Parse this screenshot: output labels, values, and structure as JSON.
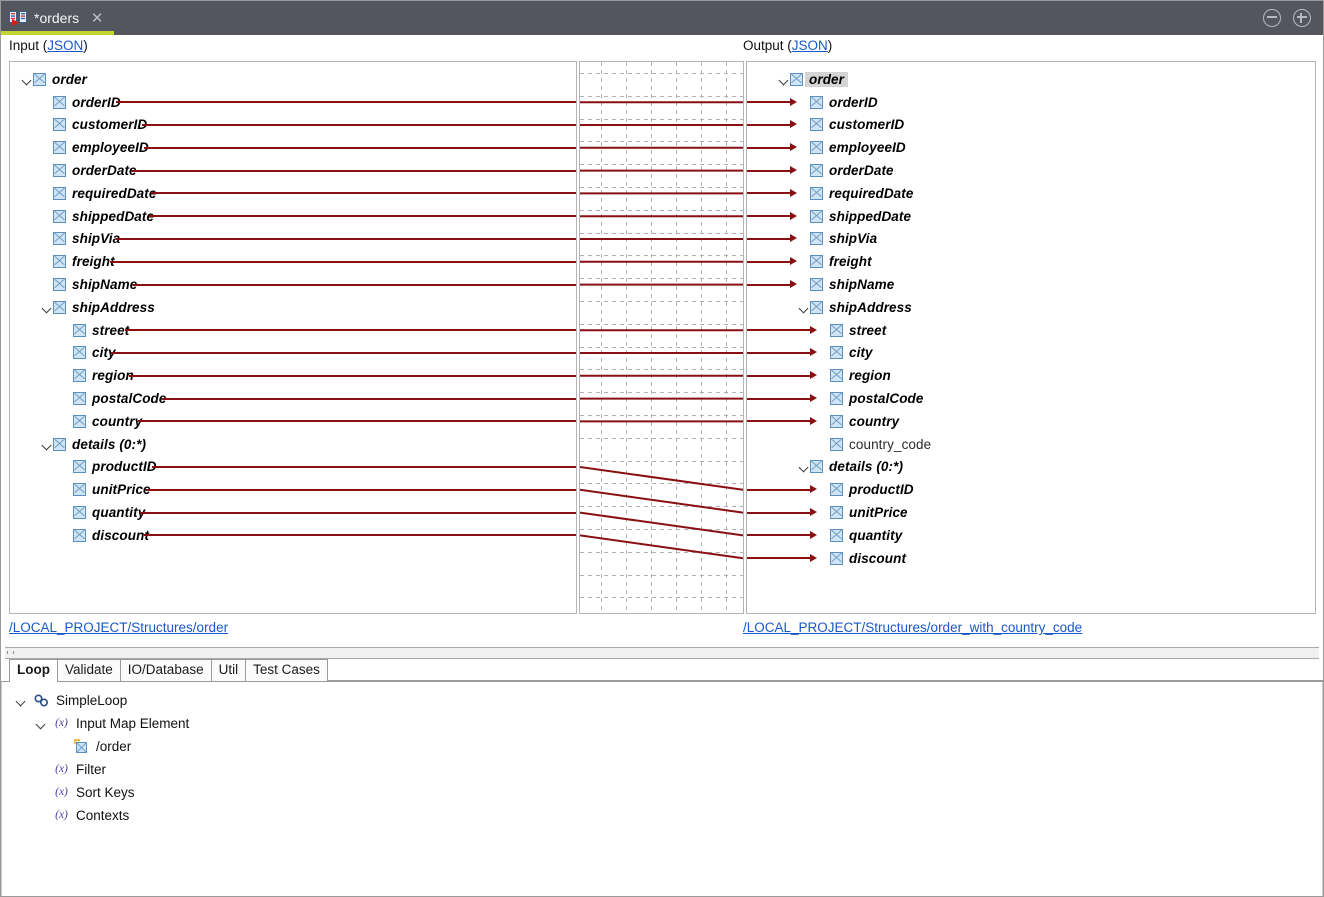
{
  "window": {
    "tab_title": "*orders",
    "tab_icon": "map-transform-icon",
    "close_icon": "close-icon",
    "minimize_icon": "minimize-icon",
    "maximize_icon": "maximize-icon",
    "accent_color": "#c3d432",
    "titlebar_color": "#53565f"
  },
  "headers": {
    "input_prefix": "Input (",
    "input_link": "JSON",
    "input_suffix": ")",
    "output_prefix": "Output (",
    "output_link": "JSON",
    "output_suffix": ")"
  },
  "footer_links": {
    "input_path": "/LOCAL_PROJECT/Structures/order",
    "output_path": "/LOCAL_PROJECT/Structures/order_with_country_code"
  },
  "mapping": {
    "line_color": "#8a0f13",
    "grid_color": "#b2b2b2"
  },
  "input_tree": [
    {
      "label": "order",
      "depth": 0,
      "twisty": "open",
      "mapped": false,
      "italic": true
    },
    {
      "label": "orderID",
      "depth": 1,
      "twisty": "none",
      "mapped": true,
      "italic": true
    },
    {
      "label": "customerID",
      "depth": 1,
      "twisty": "none",
      "mapped": true,
      "italic": true
    },
    {
      "label": "employeeID",
      "depth": 1,
      "twisty": "none",
      "mapped": true,
      "italic": true
    },
    {
      "label": "orderDate",
      "depth": 1,
      "twisty": "none",
      "mapped": true,
      "italic": true
    },
    {
      "label": "requiredDate",
      "depth": 1,
      "twisty": "none",
      "mapped": true,
      "italic": true
    },
    {
      "label": "shippedDate",
      "depth": 1,
      "twisty": "none",
      "mapped": true,
      "italic": true
    },
    {
      "label": "shipVia",
      "depth": 1,
      "twisty": "none",
      "mapped": true,
      "italic": true
    },
    {
      "label": "freight",
      "depth": 1,
      "twisty": "none",
      "mapped": true,
      "italic": true
    },
    {
      "label": "shipName",
      "depth": 1,
      "twisty": "none",
      "mapped": true,
      "italic": true
    },
    {
      "label": "shipAddress",
      "depth": 1,
      "twisty": "open",
      "mapped": false,
      "italic": true
    },
    {
      "label": "street",
      "depth": 2,
      "twisty": "none",
      "mapped": true,
      "italic": true
    },
    {
      "label": "city",
      "depth": 2,
      "twisty": "none",
      "mapped": true,
      "italic": true
    },
    {
      "label": "region",
      "depth": 2,
      "twisty": "none",
      "mapped": true,
      "italic": true
    },
    {
      "label": "postalCode",
      "depth": 2,
      "twisty": "none",
      "mapped": true,
      "italic": true
    },
    {
      "label": "country",
      "depth": 2,
      "twisty": "none",
      "mapped": true,
      "italic": true
    },
    {
      "label": "details (0:*)",
      "depth": 1,
      "twisty": "open",
      "mapped": false,
      "italic": true
    },
    {
      "label": "productID",
      "depth": 2,
      "twisty": "none",
      "mapped": true,
      "italic": true
    },
    {
      "label": "unitPrice",
      "depth": 2,
      "twisty": "none",
      "mapped": true,
      "italic": true
    },
    {
      "label": "quantity",
      "depth": 2,
      "twisty": "none",
      "mapped": true,
      "italic": true
    },
    {
      "label": "discount",
      "depth": 2,
      "twisty": "none",
      "mapped": true,
      "italic": true
    }
  ],
  "output_tree": [
    {
      "label": "order",
      "depth": 0,
      "twisty": "open",
      "mapped": false,
      "italic": true,
      "selected": true
    },
    {
      "label": "orderID",
      "depth": 1,
      "twisty": "none",
      "mapped": true,
      "italic": true
    },
    {
      "label": "customerID",
      "depth": 1,
      "twisty": "none",
      "mapped": true,
      "italic": true
    },
    {
      "label": "employeeID",
      "depth": 1,
      "twisty": "none",
      "mapped": true,
      "italic": true
    },
    {
      "label": "orderDate",
      "depth": 1,
      "twisty": "none",
      "mapped": true,
      "italic": true
    },
    {
      "label": "requiredDate",
      "depth": 1,
      "twisty": "none",
      "mapped": true,
      "italic": true
    },
    {
      "label": "shippedDate",
      "depth": 1,
      "twisty": "none",
      "mapped": true,
      "italic": true
    },
    {
      "label": "shipVia",
      "depth": 1,
      "twisty": "none",
      "mapped": true,
      "italic": true
    },
    {
      "label": "freight",
      "depth": 1,
      "twisty": "none",
      "mapped": true,
      "italic": true
    },
    {
      "label": "shipName",
      "depth": 1,
      "twisty": "none",
      "mapped": true,
      "italic": true
    },
    {
      "label": "shipAddress",
      "depth": 1,
      "twisty": "open",
      "mapped": false,
      "italic": true
    },
    {
      "label": "street",
      "depth": 2,
      "twisty": "none",
      "mapped": true,
      "italic": true
    },
    {
      "label": "city",
      "depth": 2,
      "twisty": "none",
      "mapped": true,
      "italic": true
    },
    {
      "label": "region",
      "depth": 2,
      "twisty": "none",
      "mapped": true,
      "italic": true
    },
    {
      "label": "postalCode",
      "depth": 2,
      "twisty": "none",
      "mapped": true,
      "italic": true
    },
    {
      "label": "country",
      "depth": 2,
      "twisty": "none",
      "mapped": true,
      "italic": true
    },
    {
      "label": "country_code",
      "depth": 2,
      "twisty": "none",
      "mapped": false,
      "italic": false
    },
    {
      "label": "details (0:*)",
      "depth": 1,
      "twisty": "open",
      "mapped": false,
      "italic": true
    },
    {
      "label": "productID",
      "depth": 2,
      "twisty": "none",
      "mapped": true,
      "italic": true
    },
    {
      "label": "unitPrice",
      "depth": 2,
      "twisty": "none",
      "mapped": true,
      "italic": true
    },
    {
      "label": "quantity",
      "depth": 2,
      "twisty": "none",
      "mapped": true,
      "italic": true
    },
    {
      "label": "discount",
      "depth": 2,
      "twisty": "none",
      "mapped": true,
      "italic": true
    }
  ],
  "bottom_tabs": [
    {
      "label": "Loop",
      "active": true
    },
    {
      "label": "Validate",
      "active": false
    },
    {
      "label": "IO/Database",
      "active": false
    },
    {
      "label": "Util",
      "active": false
    },
    {
      "label": "Test Cases",
      "active": false
    }
  ],
  "bottom_tree": [
    {
      "label": "SimpleLoop",
      "depth": 0,
      "twisty": "open",
      "icon": "loop-chain-icon"
    },
    {
      "label": "Input Map Element",
      "depth": 1,
      "twisty": "open",
      "icon": "function-fx-icon"
    },
    {
      "label": "/order",
      "depth": 2,
      "twisty": "none",
      "icon": "map-element-icon"
    },
    {
      "label": "Filter",
      "depth": 1,
      "twisty": "none",
      "icon": "function-fx-icon"
    },
    {
      "label": "Sort Keys",
      "depth": 1,
      "twisty": "none",
      "icon": "function-fx-icon"
    },
    {
      "label": "Contexts",
      "depth": 1,
      "twisty": "none",
      "icon": "function-fx-icon"
    }
  ]
}
